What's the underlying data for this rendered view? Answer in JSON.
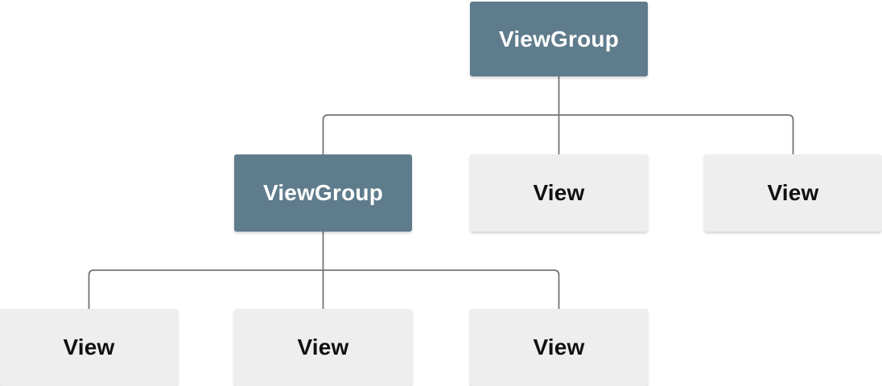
{
  "diagram": {
    "description": "View hierarchy tree diagram",
    "colors": {
      "viewgroup_bg": "#5f7c8c",
      "viewgroup_text": "#ffffff",
      "view_bg": "#eeeeee",
      "view_text": "#111111",
      "connector": "#757575",
      "background": "#ffffff"
    },
    "nodes": [
      {
        "id": "root",
        "label": "ViewGroup",
        "type": "viewgroup",
        "level": 1
      },
      {
        "id": "child-vg",
        "label": "ViewGroup",
        "type": "viewgroup",
        "level": 2
      },
      {
        "id": "child-view-1",
        "label": "View",
        "type": "view",
        "level": 2
      },
      {
        "id": "child-view-2",
        "label": "View",
        "type": "view",
        "level": 2
      },
      {
        "id": "grand-view-1",
        "label": "View",
        "type": "view",
        "level": 3
      },
      {
        "id": "grand-view-2",
        "label": "View",
        "type": "view",
        "level": 3
      },
      {
        "id": "grand-view-3",
        "label": "View",
        "type": "view",
        "level": 3
      }
    ],
    "edges": [
      {
        "from": "root",
        "to": "child-vg"
      },
      {
        "from": "root",
        "to": "child-view-1"
      },
      {
        "from": "root",
        "to": "child-view-2"
      },
      {
        "from": "child-vg",
        "to": "grand-view-1"
      },
      {
        "from": "child-vg",
        "to": "grand-view-2"
      },
      {
        "from": "child-vg",
        "to": "grand-view-3"
      }
    ]
  }
}
